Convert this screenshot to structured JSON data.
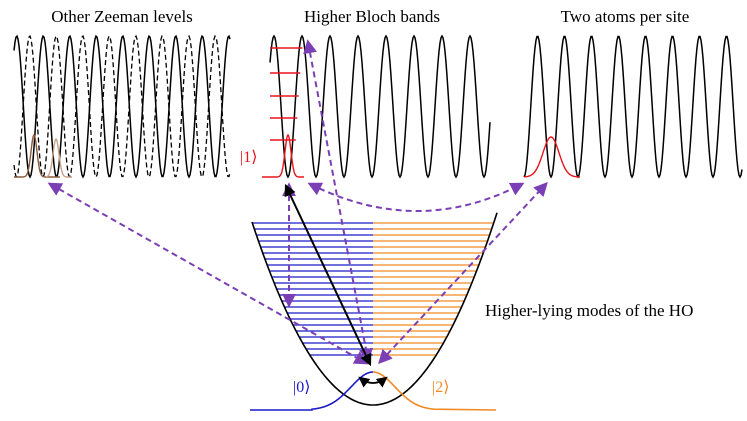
{
  "titles": {
    "zeeman": "Other Zeeman levels",
    "bloch": "Higher Bloch bands",
    "two_atoms": "Two atoms per site",
    "ho_modes": "Higher-lying modes of the HO"
  },
  "kets": {
    "one": "|1⟩",
    "zero": "|0⟩",
    "two": "|2⟩"
  },
  "colors": {
    "black": "#000000",
    "red": "#e8141b",
    "brown": "#8b5a3c",
    "brown_light": "#c9a38a",
    "blue": "#1a1acc",
    "orange": "#f08a24",
    "purple": "#7b3fb5"
  }
}
